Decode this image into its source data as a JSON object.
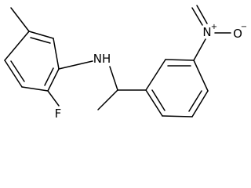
{
  "molecule": {
    "atoms": {
      "amine": "NH",
      "fluorine": "F",
      "nitro_nitrogen": "N",
      "nitro_nitrogen_charge": "+",
      "nitro_oxygen": "O",
      "nitro_oxygen_charge": "−"
    }
  }
}
